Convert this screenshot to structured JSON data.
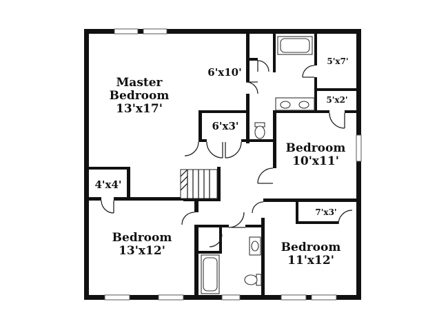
{
  "rooms": {
    "master": {
      "name_1": "Master",
      "name_2": "Bedroom",
      "size": "13'x17'"
    },
    "closet_main": {
      "size": "6'x10'"
    },
    "bath_small": {
      "size": "5'x7'"
    },
    "linen": {
      "size": "5'x2'"
    },
    "closet_double": {
      "size": "6'x3'"
    },
    "bedroom_right": {
      "name": "Bedroom",
      "size": "10'x11'"
    },
    "closet_small": {
      "size": "4'x4'"
    },
    "closet_right": {
      "size": "7'x3'"
    },
    "bedroom_left": {
      "name": "Bedroom",
      "size": "13'x12'"
    },
    "bedroom_bottom_right": {
      "name": "Bedroom",
      "size": "11'x12'"
    }
  }
}
